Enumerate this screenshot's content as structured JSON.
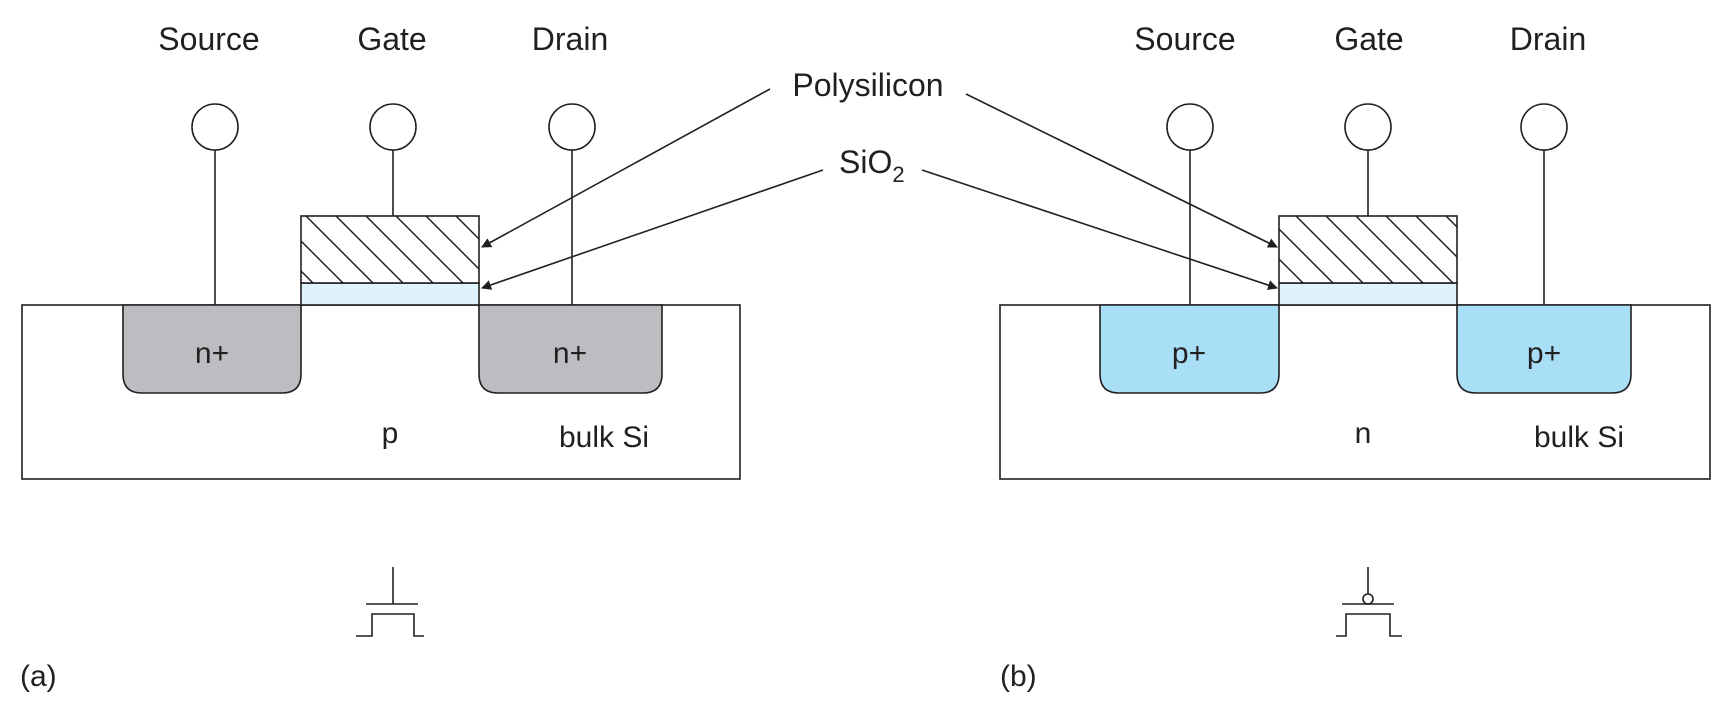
{
  "callouts": {
    "polysilicon": "Polysilicon",
    "sio2": "SiO",
    "sio2_sub": "2"
  },
  "nmos": {
    "caption": "(a)",
    "source": "Source",
    "gate": "Gate",
    "drain": "Drain",
    "left_well": "n+",
    "right_well": "n+",
    "substrate": "p",
    "bulk": "bulk Si",
    "well_color": "#bcbdc0"
  },
  "pmos": {
    "caption": "(b)",
    "source": "Source",
    "gate": "Gate",
    "drain": "Drain",
    "left_well": "p+",
    "right_well": "p+",
    "substrate": "n",
    "bulk": "bulk Si",
    "well_color": "#a9def7"
  },
  "colors": {
    "oxide": "#dff3fc",
    "line": "#231f20",
    "background": "#ffffff"
  }
}
